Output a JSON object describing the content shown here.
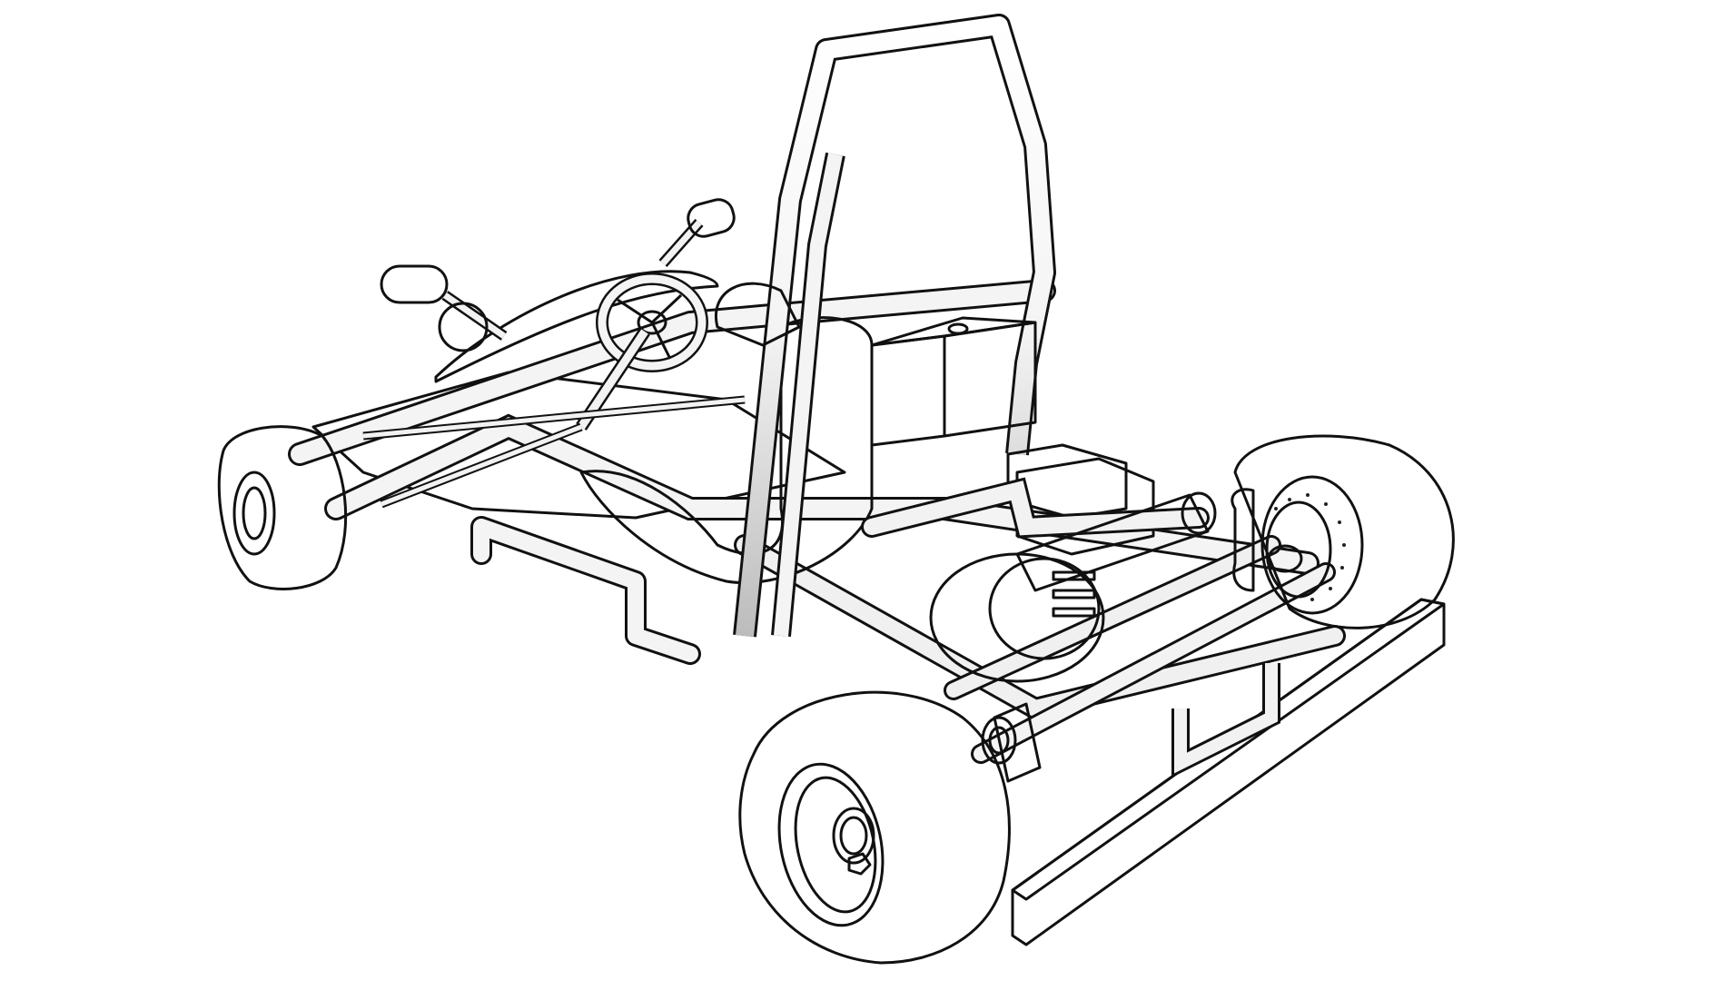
{
  "scene": {
    "subject": "Go-kart 3D line-render",
    "background_color": "#ffffff",
    "line_color": "#111111",
    "shade_light": "#f2f2f2",
    "shade_mid": "#d9d9d9",
    "shade_dark": "#bdbdbd"
  },
  "parts": {
    "roll_cage": "Roll cage",
    "seat": "Seat",
    "steering_wheel": "Steering wheel",
    "mirror_left": "Left mirror",
    "mirror_right": "Right mirror",
    "fairing": "Front fairing",
    "fuel_tank": "Fuel tank",
    "engine": "Engine",
    "exhaust": "Exhaust muffler",
    "brake_disc": "Brake disc",
    "rear_bumper": "Rear bumper",
    "rear_axle": "Rear axle",
    "bearing": "Axle bearing",
    "wheel_front_left": "Front-left wheel",
    "wheel_front_right": "Front-right wheel",
    "wheel_rear_left": "Rear-left wheel",
    "wheel_rear_right": "Rear-right wheel",
    "chassis": "Tubular chassis",
    "side_pod_bar": "Side nerf bar",
    "floor_pan": "Floor pan"
  }
}
